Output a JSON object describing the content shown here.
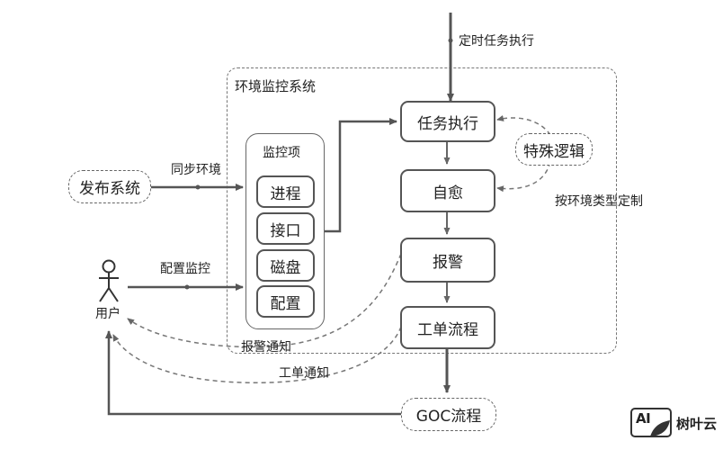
{
  "diagram": {
    "frame_title": "环境监控系统",
    "monitor_group_title": "监控项",
    "monitor_items": [
      "进程",
      "接口",
      "磁盘",
      "配置"
    ],
    "nodes": {
      "task_exec": "任务执行",
      "self_heal": "自愈",
      "alarm": "报警",
      "ticket_flow": "工单流程",
      "special_logic": "特殊逻辑",
      "publish_system": "发布系统",
      "goc_flow": "GOC流程",
      "user": "用户"
    },
    "edge_labels": {
      "scheduled": "定时任务执行",
      "sync_env": "同步环境",
      "config_monitor": "配置监控",
      "by_env_type": "按环境类型定制",
      "alarm_notify": "报警通知",
      "ticket_notify": "工单通知"
    }
  },
  "watermark": {
    "logo_text": "AI",
    "brand": "树叶云"
  }
}
